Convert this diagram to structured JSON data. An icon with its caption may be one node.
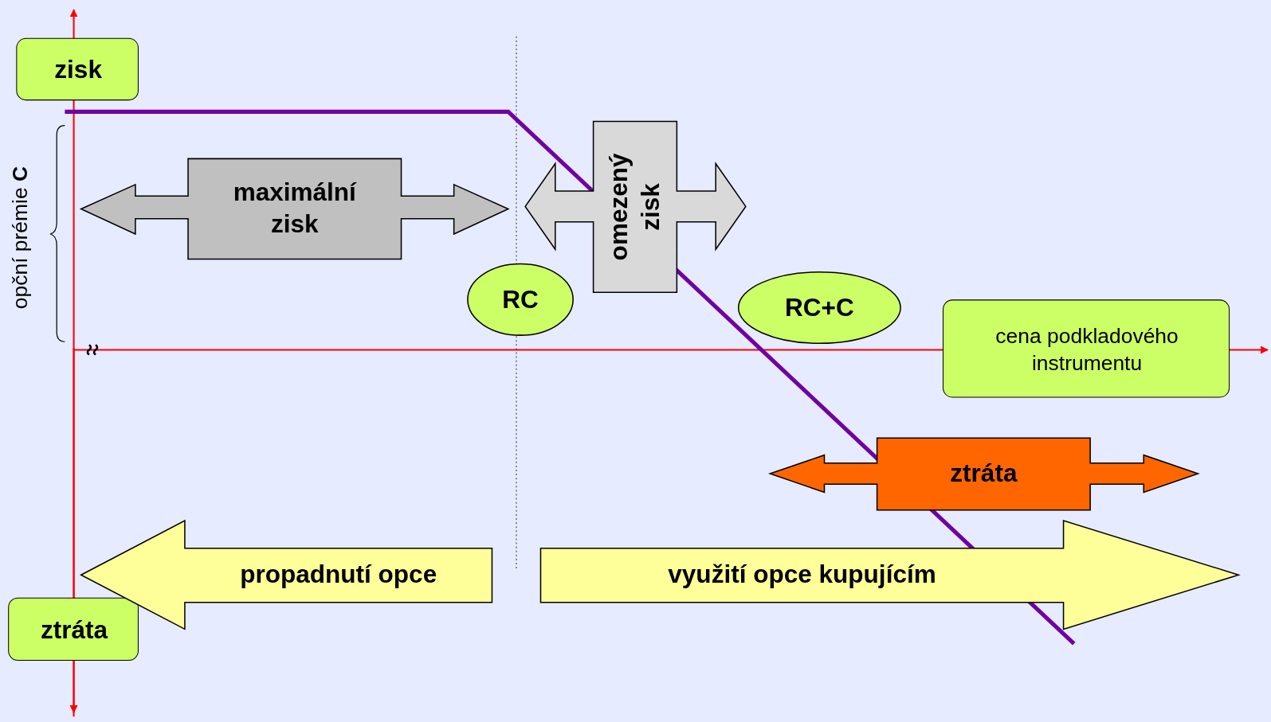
{
  "diagram": {
    "nodes": [
      {
        "text": [
          "zisk"
        ]
      },
      {
        "text": [
          "ztráta"
        ]
      },
      {
        "text": [
          "maximální zisk"
        ]
      },
      {
        "text": [
          "omezený zisk"
        ]
      },
      {
        "text": [
          "RC"
        ]
      },
      {
        "text": [
          "RC+C"
        ]
      },
      {
        "text": [
          "cena podkladového instrumentu"
        ]
      },
      {
        "text": [
          "ztráta"
        ]
      },
      {
        "text": [
          "propadnutí opce"
        ]
      },
      {
        "text": [
          "využití opce kupujícím"
        ]
      }
    ],
    "edges": [],
    "labels": [
      "opční prémie **C**"
    ]
  }
}
